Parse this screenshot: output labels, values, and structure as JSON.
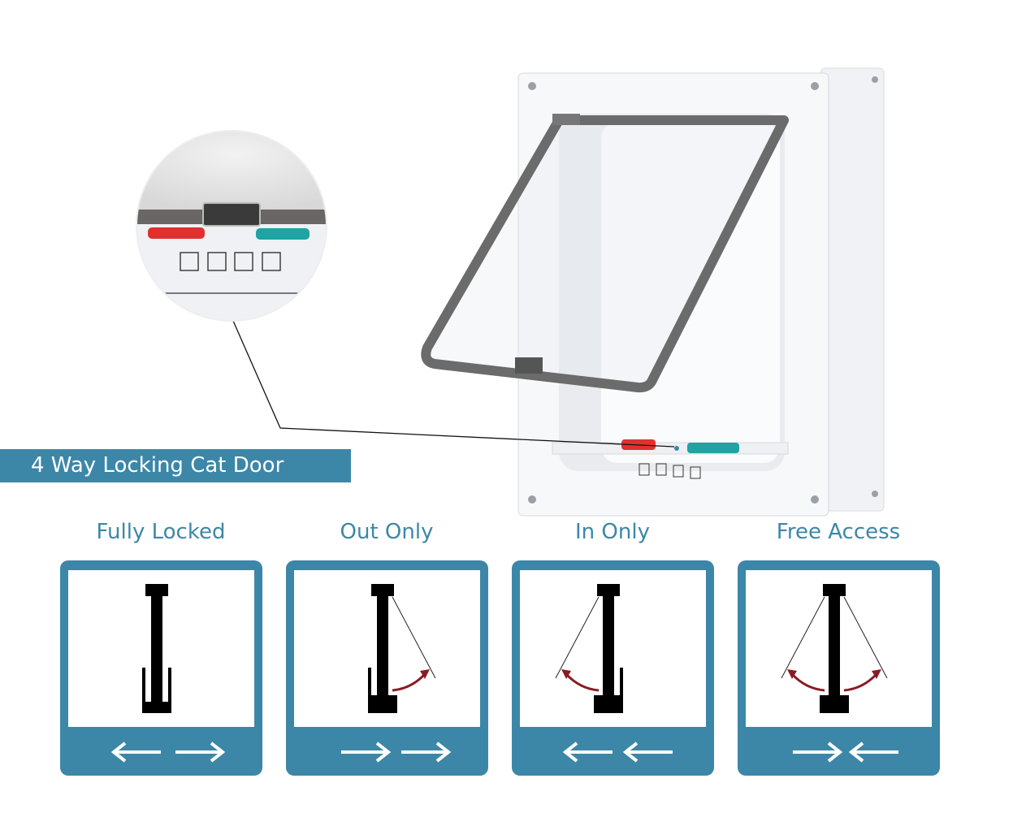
{
  "title": "4 Way Locking Cat Door",
  "colors": {
    "accent": "#3c87a8",
    "red_lever": "#e0312f",
    "teal_lever": "#1fa3a3",
    "arrow_red": "#8b1a24"
  },
  "modes": [
    {
      "label": "Fully Locked",
      "type": "locked",
      "arrows": [
        "left",
        "right"
      ]
    },
    {
      "label": "Out Only",
      "type": "out",
      "arrows": [
        "right",
        "right"
      ]
    },
    {
      "label": "In Only",
      "type": "in",
      "arrows": [
        "left",
        "left"
      ]
    },
    {
      "label": "Free Access",
      "type": "free",
      "arrows": [
        "right",
        "left"
      ]
    }
  ]
}
